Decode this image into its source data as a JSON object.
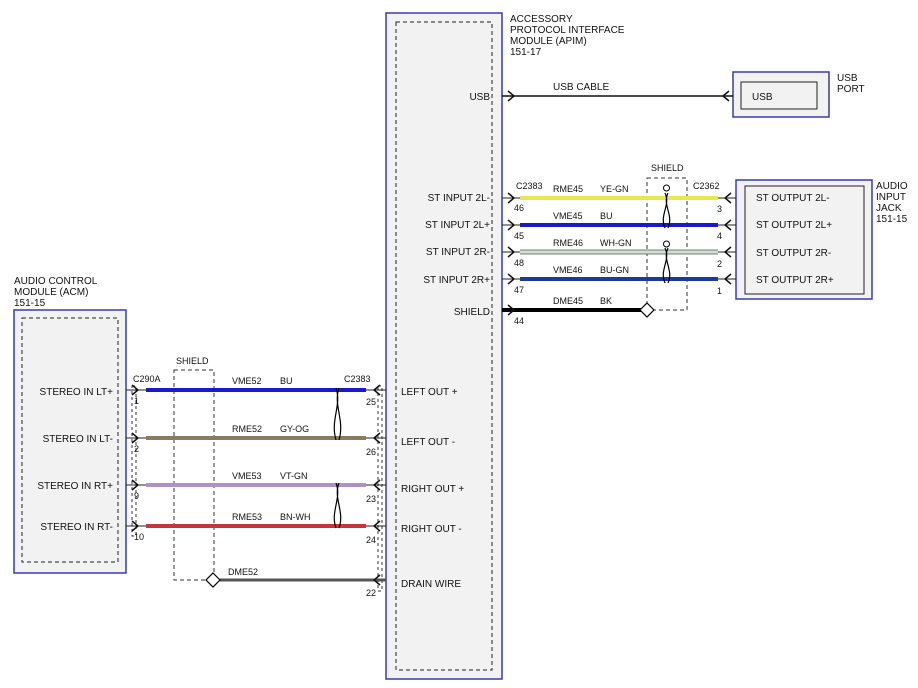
{
  "apim": {
    "title_lines": [
      "ACCESSORY",
      "PROTOCOL INTERFACE",
      "MODULE (APIM)"
    ],
    "ref": "151-17",
    "pins": {
      "usb": "USB",
      "st_in_2l_minus": "ST INPUT 2L-",
      "st_in_2l_plus": "ST INPUT 2L+",
      "st_in_2r_minus": "ST INPUT 2R-",
      "st_in_2r_plus": "ST INPUT 2R+",
      "shield": "SHIELD",
      "left_out_plus": "LEFT OUT +",
      "left_out_minus": "LEFT OUT -",
      "right_out_plus": "RIGHT OUT +",
      "right_out_minus": "RIGHT OUT -",
      "drain_wire": "DRAIN WIRE"
    }
  },
  "usb_port": {
    "title_lines": [
      "USB",
      "PORT"
    ],
    "inner_label": "USB",
    "cable_label": "USB CABLE"
  },
  "audio_jack": {
    "title_lines": [
      "AUDIO",
      "INPUT",
      "JACK"
    ],
    "ref": "151-15",
    "pins": [
      "ST OUTPUT 2L-",
      "ST OUTPUT 2L+",
      "ST OUTPUT 2R-",
      "ST OUTPUT 2R+"
    ],
    "connector": "C2362",
    "pin_numbers": [
      "3",
      "4",
      "2",
      "1"
    ]
  },
  "acm": {
    "title_lines": [
      "AUDIO CONTROL",
      "MODULE (ACM)"
    ],
    "ref": "151-15",
    "pins": [
      "STEREO IN LT+",
      "STEREO IN LT-",
      "STEREO IN RT+",
      "STEREO IN RT-"
    ],
    "connector": "C290A",
    "pin_numbers": [
      "1",
      "2",
      "9",
      "10"
    ]
  },
  "apim_upper": {
    "connector": "C2383",
    "pin_numbers": [
      "46",
      "45",
      "48",
      "47",
      "44"
    ],
    "circuits": [
      {
        "id": "RME45",
        "color_code": "YE-GN",
        "color": "#e8e84a"
      },
      {
        "id": "VME45",
        "color_code": "BU",
        "color": "#1a1acc"
      },
      {
        "id": "RME46",
        "color_code": "WH-GN",
        "color": "#d0e0d0"
      },
      {
        "id": "VME46",
        "color_code": "BU-GN",
        "color": "#1a3aa0"
      },
      {
        "id": "DME45",
        "color_code": "BK",
        "color": "#000000"
      }
    ],
    "shield_label": "SHIELD"
  },
  "apim_lower": {
    "connector": "C2383",
    "pin_numbers": [
      "25",
      "26",
      "23",
      "24",
      "22"
    ],
    "circuits": [
      {
        "id": "VME52",
        "color_code": "BU",
        "color": "#1a1acc"
      },
      {
        "id": "RME52",
        "color_code": "GY-OG",
        "color": "#8a7a62"
      },
      {
        "id": "VME53",
        "color_code": "VT-GN",
        "color": "#b090c8"
      },
      {
        "id": "RME53",
        "color_code": "BN-WH",
        "color": "#c03838"
      },
      {
        "id": "DME52",
        "color_code": "",
        "color": "#555555"
      }
    ],
    "shield_label": "SHIELD"
  },
  "colors": {
    "module_border": "#3a3ab0",
    "module_fill": "#f2f2f2"
  }
}
